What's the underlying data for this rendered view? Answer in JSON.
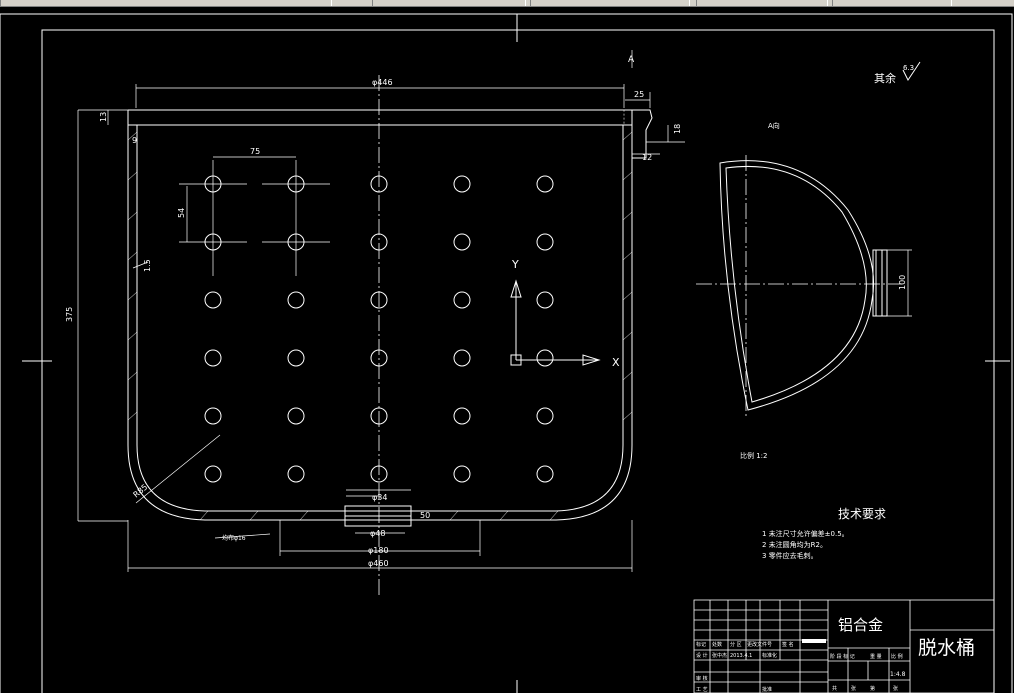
{
  "drawing": {
    "section_label": "A",
    "view_label": "A向",
    "surface_finish": "其余",
    "roughness_value": "6.3",
    "scale_text": "比例  1:2",
    "dimensions": {
      "top_width": "φ446",
      "rim_width": "25",
      "rim_height": "13",
      "rim_inner": "12",
      "rim_right_h": "18",
      "wall": "9",
      "hole_pitch_x": "75",
      "hole_pitch_y": "54",
      "height": "375",
      "wall_thick": "1.5",
      "corner_radius": "R85",
      "d34": "φ34",
      "d48": "φ48",
      "d180": "φ180",
      "d460": "φ460",
      "d50": "50",
      "hole_note": "均布φ16",
      "view_width": "100",
      "axis_x": "X",
      "axis_y": "Y"
    },
    "tech_title": "技术要求",
    "tech_items": [
      "1  未注尺寸允许偏差±0.5。",
      "2  未注圆角均为R2。",
      "3  零件应去毛刺。"
    ]
  },
  "title_block": {
    "material": "铝合金",
    "part_name": "脱水桶",
    "scale": "1:4.8",
    "headers": [
      "标记",
      "处数",
      "分 区",
      "更改文件号",
      "签 名"
    ],
    "design": "设 计",
    "standard": "标准化",
    "check": "审 核",
    "process": "工 艺",
    "approve": "批准",
    "stage_headers": [
      "阶 段 标 记",
      "重 量",
      "比 例"
    ],
    "sheet_labels": [
      "共",
      "张",
      "第",
      "张"
    ],
    "small_names": [
      "张中杰",
      "2013.4.1"
    ]
  }
}
